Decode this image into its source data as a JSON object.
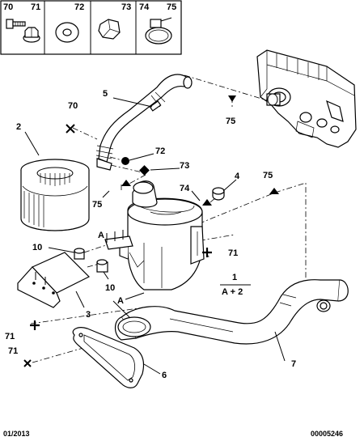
{
  "header_refs": [
    "70",
    "71",
    "72",
    "73",
    "74",
    "75"
  ],
  "labels": {
    "l1": "1",
    "l1_formula": "A + 2",
    "l2": "2",
    "l3": "3",
    "l4": "4",
    "l5": "5",
    "l6": "6",
    "l7": "7",
    "l10a": "10",
    "l10b": "10",
    "l70": "70",
    "l71a": "71",
    "l71b": "71",
    "l71c": "71",
    "l72": "72",
    "l73": "73",
    "l74": "74",
    "l75a": "75",
    "l75b": "75",
    "l75c": "75",
    "lA1": "A",
    "lA2": "A"
  },
  "footer": {
    "date": "01/2013",
    "code": "00005246"
  }
}
